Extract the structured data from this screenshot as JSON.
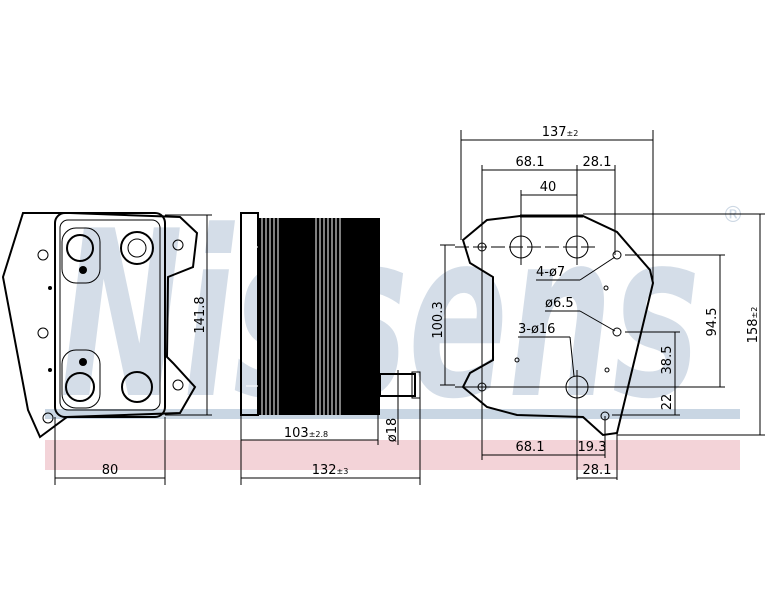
{
  "watermark": {
    "brand": "Nissens",
    "registered": "®",
    "band_blue": "#c9d6e3",
    "band_pink": "#f3d3d8",
    "text_color": "#cdd8e4"
  },
  "front_view": {
    "width": "80",
    "height": "141.8"
  },
  "side_view": {
    "core_length": "103",
    "core_tol": "±2.8",
    "total_length": "132",
    "total_tol": "±3",
    "pipe_diameter": "ø18",
    "port_spacing": "100.3"
  },
  "mount_view": {
    "width": "137",
    "width_tol": "±2",
    "height": "158",
    "height_tol": "±2",
    "top_left_offset": "68.1",
    "top_right_offset": "28.1",
    "port_spacing": "40",
    "hole_4": "4-ø7",
    "hole_1": "ø6.5",
    "hole_3": "3-ø16",
    "v_94": "94.5",
    "v_38": "38.5",
    "v_22": "22",
    "bottom_left": "68.1",
    "bottom_mid": "19.3",
    "bottom_right": "28.1"
  }
}
